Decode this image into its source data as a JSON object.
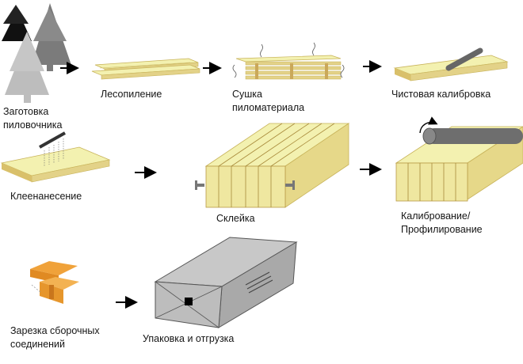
{
  "steps": {
    "log_prep": {
      "line1": "Заготовка",
      "line2": "пиловочника"
    },
    "sawing": "Лесопиление",
    "drying": {
      "line1": "Сушка",
      "line2": "пиломатериала"
    },
    "finish_calibration": "Чистовая калибровка",
    "glue_application": "Клеенанесение",
    "gluing": "Склейка",
    "calibration_profiling": {
      "line1": "Калибрование/",
      "line2": "Профилирование"
    },
    "joint_cutting": {
      "line1": "Зарезка сборочных",
      "line2": "соединений"
    },
    "packing": "Упаковка и отгрузка"
  },
  "colors": {
    "wood_top": "#f3f1b0",
    "wood_face": "#efe7a0",
    "wood_side": "#e6d889",
    "wood_edge": "#d9c06a",
    "dark_gray": "#6e6e6e",
    "package": "#b9b9b9",
    "joint_orange": "#f0a23a"
  }
}
